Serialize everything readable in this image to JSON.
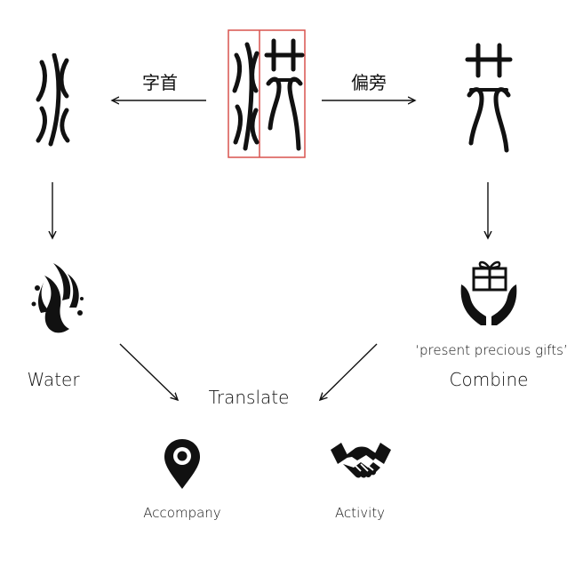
{
  "labels": {
    "radical_label": "字首",
    "component_label": "偏旁",
    "water": "Water",
    "gift_quote": "‘present precious gifts’",
    "combine": "Combine",
    "translate": "Translate",
    "accompany": "Accompany",
    "activity": "Activity"
  },
  "colors": {
    "highlight_box": "#d9534f",
    "ink": "#111111"
  },
  "icons": {
    "center_glyph": "seal-script-character",
    "water_glyph": "water-radical-glyph",
    "component_glyph": "offering-hands-glyph",
    "water_icon": "water-splash-icon",
    "gift_icon": "gift-in-hands-icon",
    "location_icon": "location-pin-icon",
    "handshake_icon": "handshake-icon"
  }
}
